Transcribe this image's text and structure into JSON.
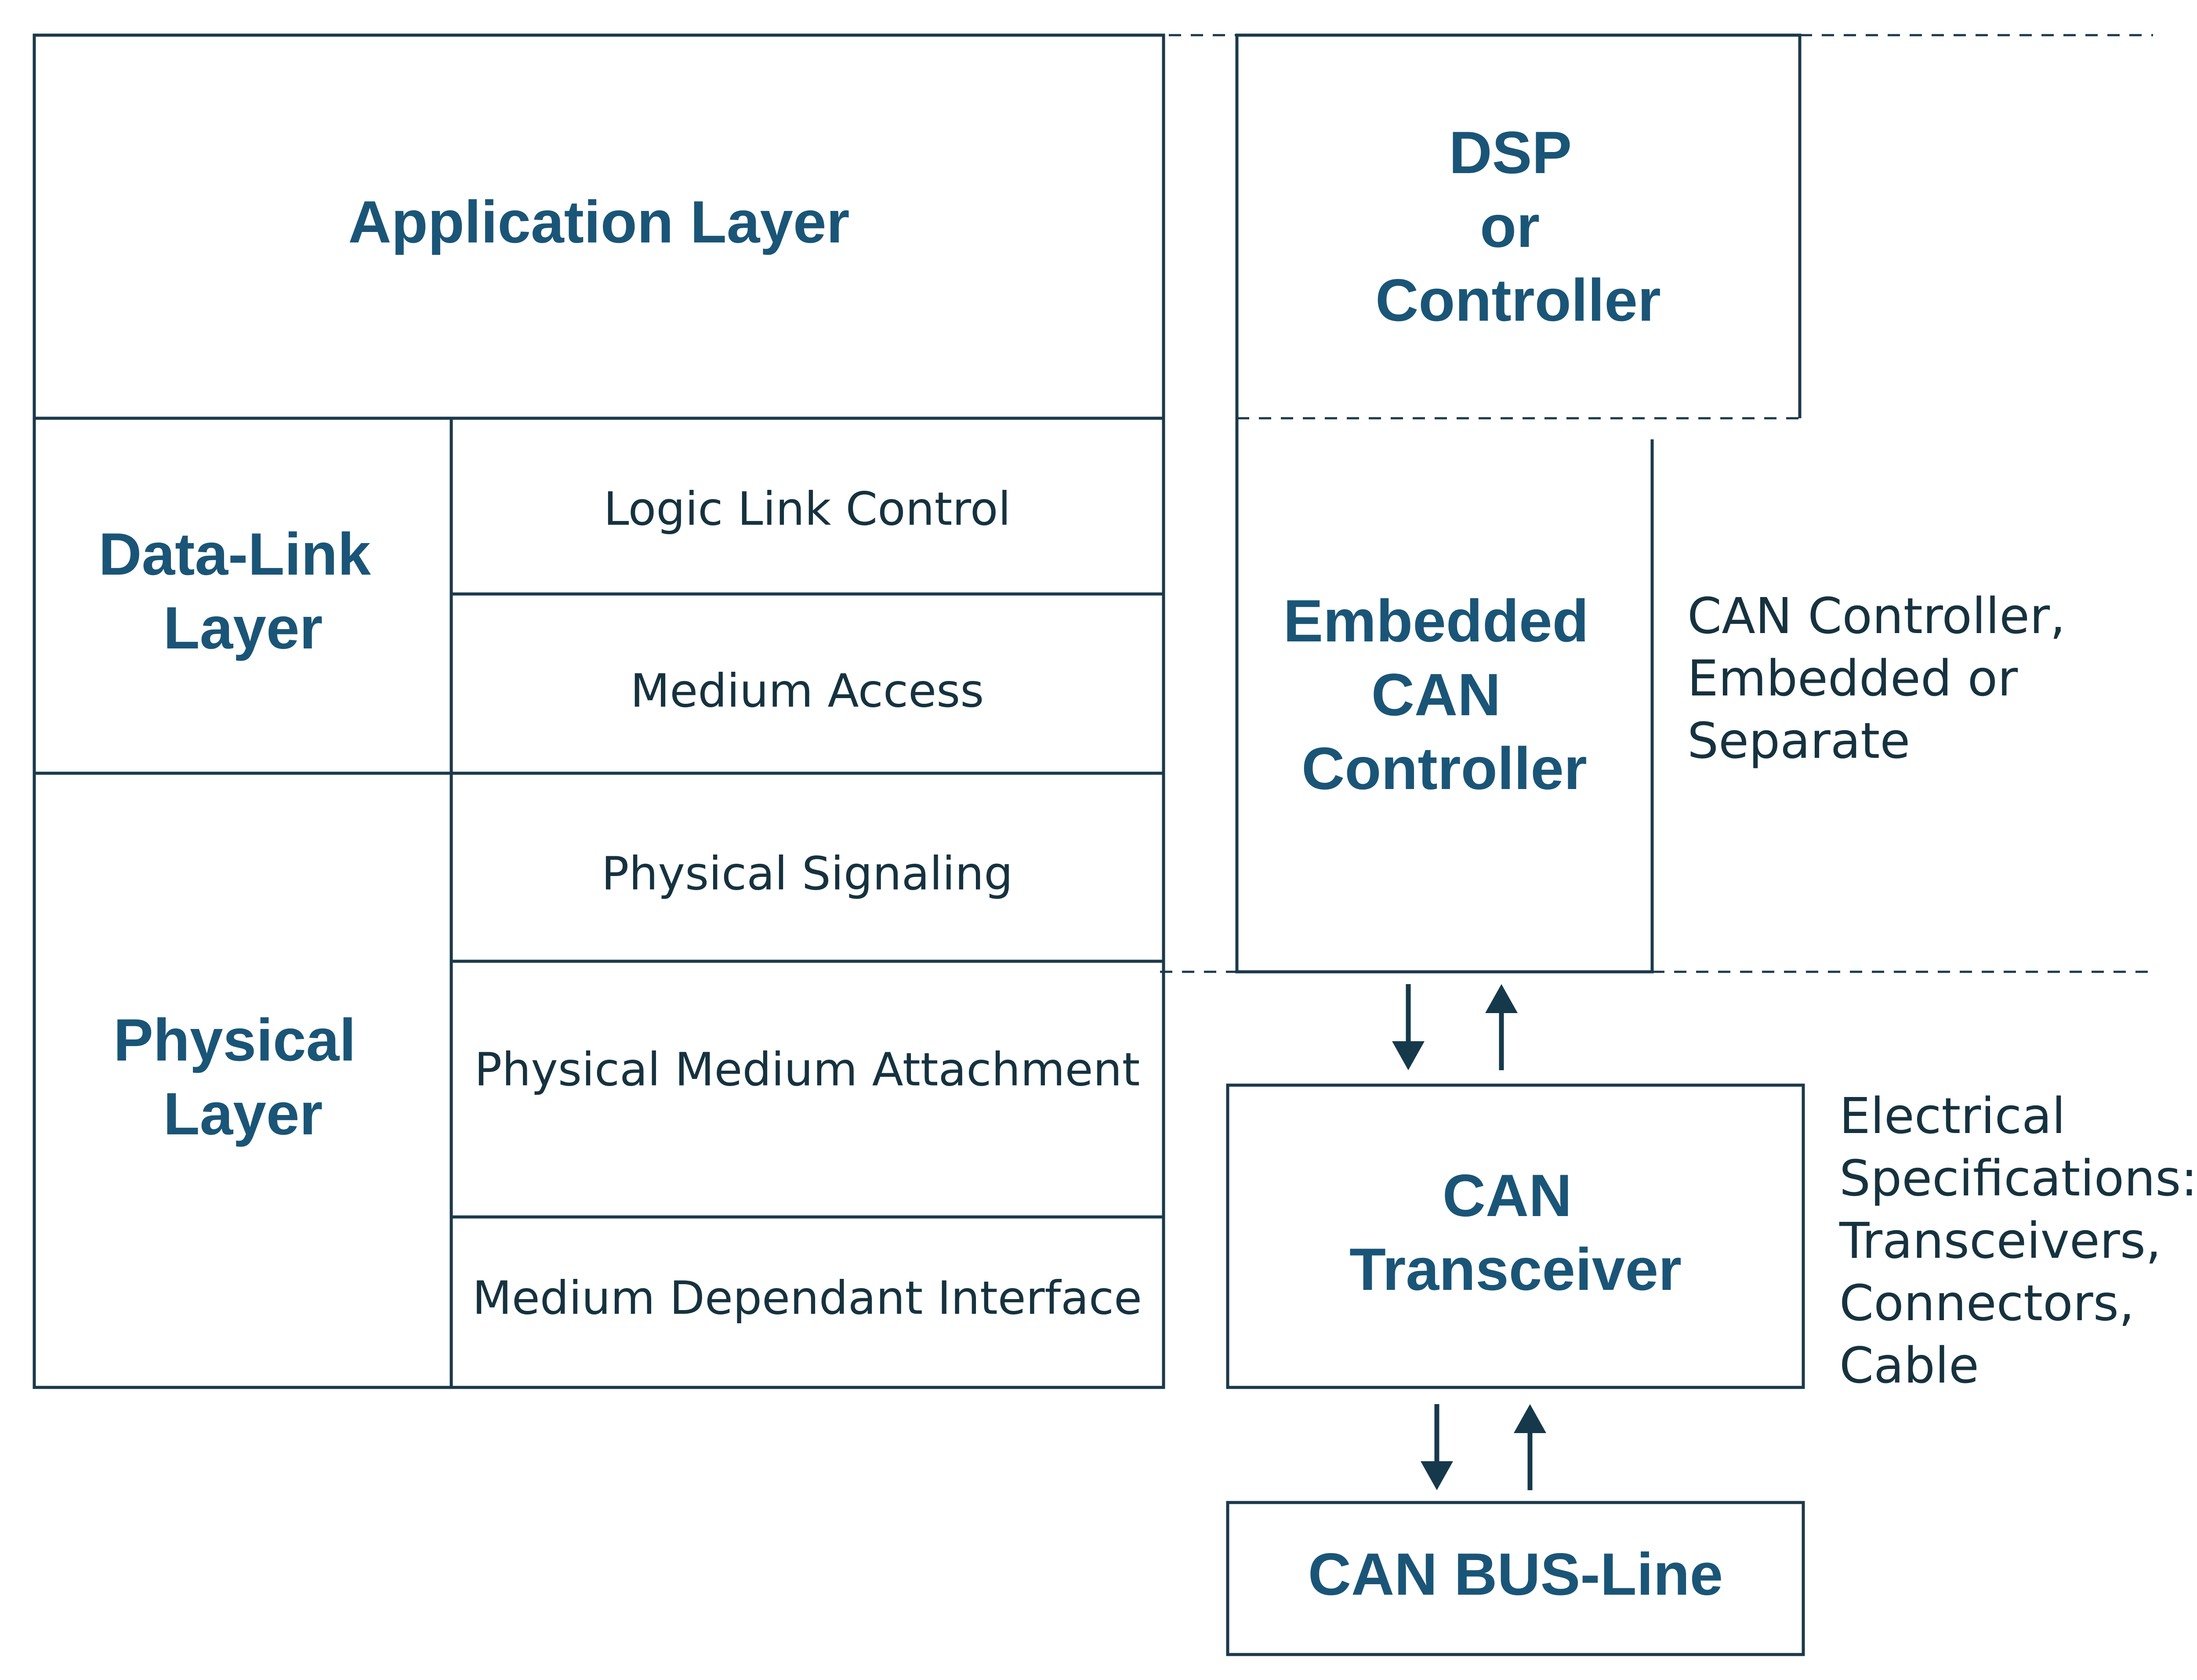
{
  "colors": {
    "accent_text": "#1a5577",
    "body_text": "#16323f",
    "lines": "#1b3a4b"
  },
  "stack": {
    "application_layer": "Application Layer",
    "data_link_layer": [
      "Data-Link",
      "Layer"
    ],
    "physical_layer": [
      "Physical",
      "Layer"
    ],
    "sublayers": {
      "logic_link_control": "Logic Link Control",
      "medium_access": "Medium Access",
      "physical_signaling": "Physical Signaling",
      "physical_medium_attachment": "Physical Medium Attachment",
      "medium_dependant_interface": "Medium Dependant Interface"
    }
  },
  "hardware": {
    "dsp_controller": [
      "DSP",
      "or",
      "Controller"
    ],
    "embedded_can_controller": [
      "Embedded",
      "CAN",
      "Controller"
    ],
    "can_transceiver": [
      "CAN",
      "Transceiver"
    ],
    "can_bus_line": "CAN BUS-Line"
  },
  "notes": {
    "controller_note": [
      "CAN Controller,",
      "Embedded or",
      "Separate"
    ],
    "electrical_note": [
      "Electrical",
      "Specifications:",
      "Transceivers,",
      "Connectors,",
      "Cable"
    ]
  }
}
